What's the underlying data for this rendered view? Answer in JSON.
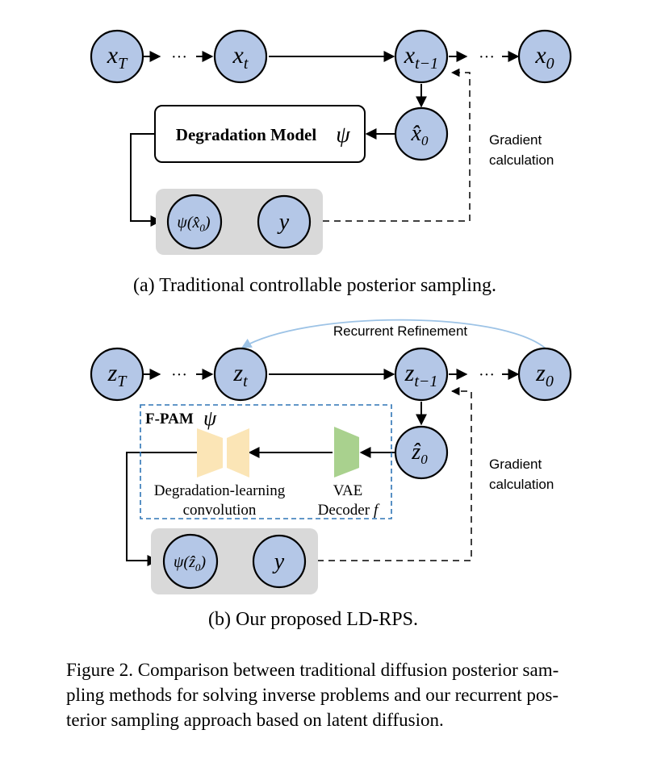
{
  "panel_a": {
    "nodes": {
      "xT": {
        "base": "x",
        "sub": "T"
      },
      "xt": {
        "base": "x",
        "sub": "t"
      },
      "xt1": {
        "base": "x",
        "sub": "t−1"
      },
      "x0": {
        "base": "x",
        "sub": "0"
      },
      "x0hat": {
        "base": "x̂",
        "sub": "0"
      },
      "psi": {
        "prefix": "ψ(",
        "base": "x̂",
        "sub": "0",
        "suffix": ")"
      },
      "y": {
        "base": "y"
      }
    },
    "ellipsis": "···",
    "degradation_model": {
      "label": "Degradation Model",
      "symbol": "ψ"
    },
    "gradient_label_line1": "Gradient",
    "gradient_label_line2": "calculation",
    "caption": "(a) Traditional controllable posterior sampling."
  },
  "panel_b": {
    "nodes": {
      "zT": {
        "base": "z",
        "sub": "T"
      },
      "zt": {
        "base": "z",
        "sub": "t"
      },
      "zt1": {
        "base": "z",
        "sub": "t−1"
      },
      "z0": {
        "base": "z",
        "sub": "0"
      },
      "z0hat": {
        "base": "ẑ",
        "sub": "0"
      },
      "psi": {
        "prefix": "ψ(",
        "base": "ẑ",
        "sub": "0",
        "suffix": ")"
      },
      "y": {
        "base": "y"
      }
    },
    "ellipsis": "···",
    "recurrent_label": "Recurrent Refinement",
    "fpam": {
      "label": "F-PAM",
      "symbol": "ψ"
    },
    "degradation_conv_line1": "Degradation-learning",
    "degradation_conv_line2": "convolution",
    "vae_line1": "VAE",
    "vae_line2_text": "Decoder",
    "vae_line2_symbol": "f",
    "gradient_label_line1": "Gradient",
    "gradient_label_line2": "calculation",
    "caption": "(b) Our proposed LD-RPS."
  },
  "figure_caption": {
    "line1": "Figure 2. Comparison between traditional diffusion posterior sam-",
    "line2": "pling methods for solving inverse problems and our recurrent pos-",
    "line3": "terior sampling approach based on latent diffusion."
  },
  "colors": {
    "node_fill": "#b4c7e7",
    "group_fill": "#d9d9d9",
    "dashed_box": "#2e75b6",
    "refinement_arrow": "#9dc3e6",
    "conv_fill": "#fbe5b6",
    "vae_fill": "#a9d18e"
  }
}
